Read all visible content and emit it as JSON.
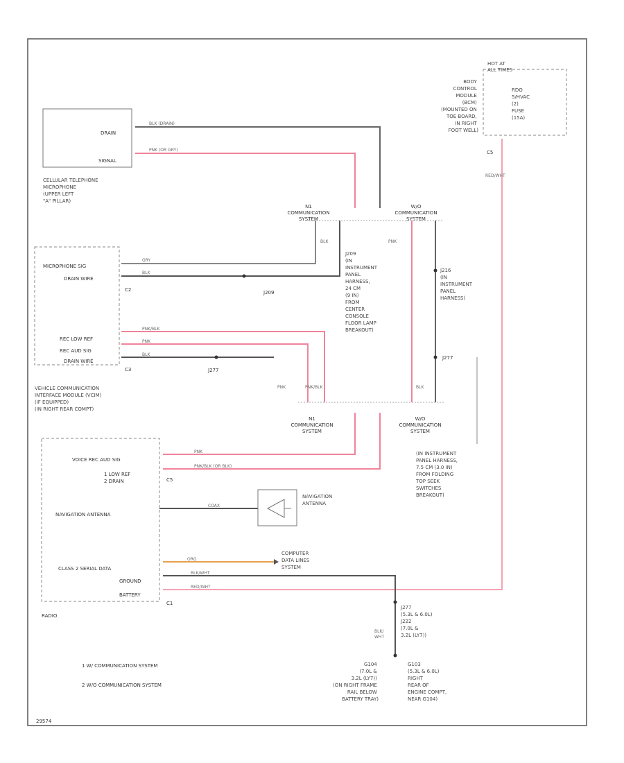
{
  "connectors": {
    "c1": "C1",
    "c2": "C2",
    "c3": "C3",
    "c5": "C5"
  },
  "splices": {
    "j277_bottom": "J277 (5.3L & 6.0L) J222 (7.0L & 3.2L (LY7))",
    "j277_mid": "J277",
    "j222": "J222",
    "j209": "J209 (IN INSTRUMENT PANEL HARNESS, 24 CM (9 IN) FROM CENTER CONSOLE FLOOR LAMP BREAKOUT)",
    "j216": "J216 (IN INSTRUMENT PANEL HARNESS)",
    "j209_small": "J209"
  },
  "components": {
    "cell_mic": "CELLULAR TELEPHONE MICROPHONE (UPPER LEFT \"A\" PILLAR)",
    "vcim": "VEHICLE COMMUNICATION INTERFACE MODULE (VCIM) (IF EQUIPPED) (IN RIGHT REAR COMPT)",
    "radio": "RADIO",
    "nav_antenna": "NAVIGATION ANTENNA",
    "bcm": "BODY CONTROL MODULE (BCM) (MOUNTED ON TOE BOARD, IN RIGHT FOOT WELL)",
    "hot_at_all_times": "HOT AT ALL TIMES",
    "fuse": "RDO 5/HVAC (2) FUSE (15A)",
    "ip_breakout": "(IN INSTRUMENT PANEL HARNESS, 7.5 CM (3.0 IN) FROM FOLDING TOP SEEK SWITCHES BREAKOUT)",
    "computer_data_lines": "COMPUTER DATA LINES SYSTEM",
    "g_left": "G104 (7.0L & 3.2L (LY7)) (ON RIGHT FRAME RAIL BELOW BATTERY TRAY)",
    "g_right": "G103 (5.3L & 6.0L) (RIGHT REAR OF ENGINE COMPT, NEAR G104)"
  },
  "pins": {
    "mic_drain": "DRAIN",
    "mic_signal": "SIGNAL",
    "vcim_mic_sig": "MICROPHONE SIG",
    "vcim_drain": "DRAIN WIRE",
    "vcim_rec_low": "REC LOW REF",
    "vcim_rec_aud": "REC AUD SIG",
    "vcim_drain2": "DRAIN WIRE",
    "radio_voice": "VOICE REC AUD SIG",
    "radio_low": "1  LOW REF\n2  DRAIN",
    "radio_nav": "NAVIGATION ANTENNA",
    "radio_class2": "CLASS 2 SERIAL DATA",
    "radio_ground": "GROUND",
    "radio_battery": "BATTERY"
  },
  "wires": {
    "blk_drain": "BLK (DRAIN)",
    "pnk_drain": "PNK (OR GRY)",
    "gry": "GRY",
    "blk": "BLK",
    "pnk_blk": "PNK/BLK",
    "pnk": "PNK",
    "org": "ORG",
    "blk_wht": "BLK/WHT",
    "red_wht": "RED/WHT",
    "coax": "COAX",
    "pnk_blk_or_blk": "PNK/BLK (OR BLK)"
  },
  "systems": {
    "comm_n": "N1 COMMUNICATION SYSTEM",
    "comm_w": "W/O COMMUNICATION SYSTEM"
  },
  "legend": {
    "item1": "1   W/ COMMUNICATION SYSTEM",
    "item2": "2   W/O COMMUNICATION SYSTEM"
  },
  "footer_code": "29574",
  "colors": {
    "pink": "#f0839a",
    "black": "#555555",
    "gray": "#888888",
    "orange": "#e8a050",
    "red": "#f0839a"
  }
}
